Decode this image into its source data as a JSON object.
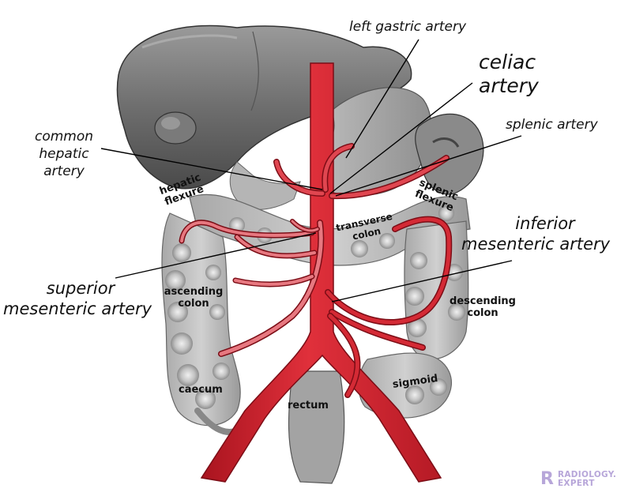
{
  "labels": {
    "left_gastric": "left gastric artery",
    "celiac_1": "celiac",
    "celiac_2": "artery",
    "common_hepatic_1": "common",
    "common_hepatic_2": "hepatic",
    "common_hepatic_3": "artery",
    "splenic_artery": "splenic artery",
    "inferior_mes_1": "inferior",
    "inferior_mes_2": "mesenteric artery",
    "superior_mes_1": "superior",
    "superior_mes_2": "mesenteric artery"
  },
  "organs": {
    "hepatic_flexure_1": "hepatic",
    "hepatic_flexure_2": "flexure",
    "splenic_flexure_1": "splenic",
    "splenic_flexure_2": "flexure",
    "transverse_colon_1": "transverse",
    "transverse_colon_2": "colon",
    "ascending_colon_1": "ascending",
    "ascending_colon_2": "colon",
    "descending_colon_1": "descending",
    "descending_colon_2": "colon",
    "caecum": "caecum",
    "sigmoid": "sigmoid",
    "rectum": "rectum"
  },
  "logo": {
    "line1": "RADIOLOGY.",
    "line2": "EXPERT"
  },
  "colors": {
    "artery_fill": "#d42a35",
    "artery_dark": "#8c0f19",
    "branch_fill": "#e06a74",
    "organ_dark": "#6f6f6f",
    "organ_light": "#c9c9c9",
    "logo": "#b7a6d9"
  }
}
